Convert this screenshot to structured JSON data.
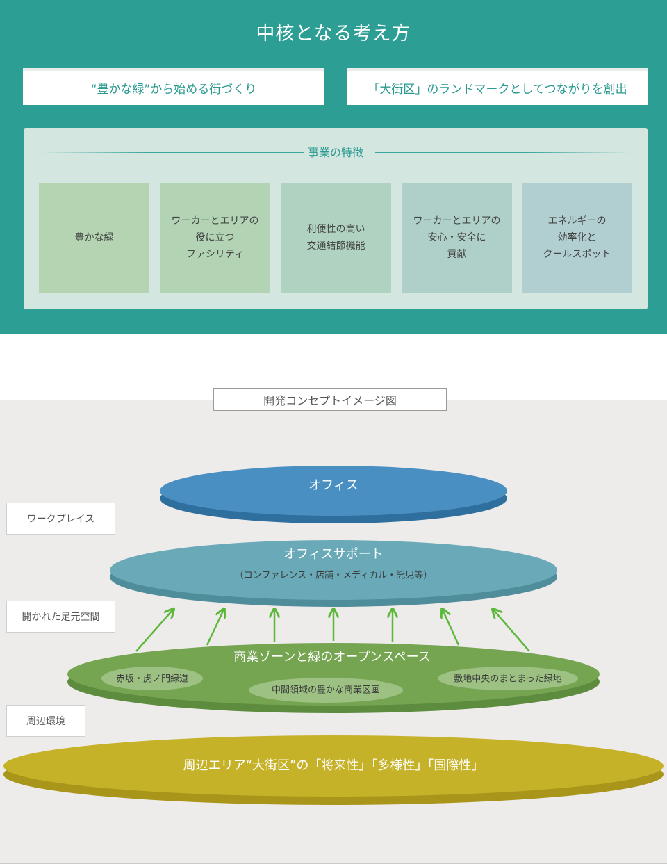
{
  "main_title": "中核となる考え方",
  "pillars": [
    "“豊かな緑”から始める街づくり",
    "「大街区」のランドマークとしてつながりを創出"
  ],
  "features": {
    "title": "事業の特徴",
    "cards": [
      {
        "text": "豊かな緑",
        "color": "#b4d4b2"
      },
      {
        "text": "ワーカーとエリアの\n役に立つ\nファシリティ",
        "color": "#b2d4b5"
      },
      {
        "text": "利便性の高い\n交通結節機能",
        "color": "#b0d2c0"
      },
      {
        "text": "ワーカーとエリアの\n安心・安全に\n貢献",
        "color": "#afd0c9"
      },
      {
        "text": "エネルギーの\n効率化と\nクールスポット",
        "color": "#b1cfd1"
      }
    ]
  },
  "concept": {
    "title": "開発コンセプトイメージ図",
    "side_labels": [
      "ワークプレイス",
      "開かれた足元空間",
      "周辺環境"
    ],
    "layers": {
      "office": {
        "title": "オフィス",
        "color": "#4a8fc2"
      },
      "support": {
        "title": "オフィスサポート",
        "subtitle": "（コンファレンス・店舗・メディカル・託児等）",
        "color": "#6aaab8"
      },
      "commercial": {
        "title": "商業ゾーンと緑のオープンスペース",
        "color": "#76a552",
        "bubbles": [
          "赤坂・虎ノ門緑道",
          "中間領域の豊かな商業区画",
          "敷地中央のまとまった緑地"
        ]
      },
      "surrounding": {
        "title": "周辺エリア“大街区”の「将来性」「多様性」「国際性」",
        "color": "#c6b228"
      }
    },
    "arrow_color": "#5cb83a"
  }
}
